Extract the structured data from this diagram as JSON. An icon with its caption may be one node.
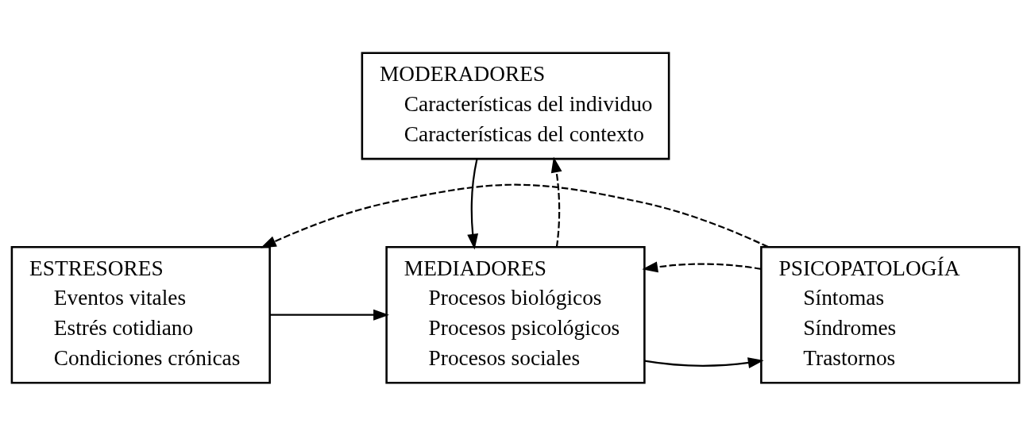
{
  "diagram": {
    "nodes": [
      {
        "text": [
          "MODERADORES",
          "Características del individuo",
          "Características del contexto"
        ]
      },
      {
        "text": [
          "ESTRESORES",
          "Eventos vitales",
          "Estrés cotidiano",
          "Condiciones crónicas"
        ]
      },
      {
        "text": [
          "MEDIADORES",
          "Procesos biológicos",
          "Procesos psicológicos",
          "Procesos sociales"
        ]
      },
      {
        "text": [
          "PSICOPATOLOGÍA",
          "Síntomas",
          "Síndromes",
          "Trastornos"
        ]
      }
    ],
    "edges": [
      {
        "from": 2,
        "to": 0,
        "arrow": "to",
        "style": "dashed"
      },
      {
        "from": 0,
        "to": 2,
        "arrow": "to"
      },
      {
        "from": 1,
        "to": 2,
        "arrow": "to"
      },
      {
        "from": 2,
        "to": 3,
        "arrow": "to"
      },
      {
        "from": 3,
        "to": 2,
        "arrow": "to",
        "style": "dashed"
      },
      {
        "from": 3,
        "to": 1,
        "arrow": "to",
        "style": "dashed"
      }
    ]
  }
}
